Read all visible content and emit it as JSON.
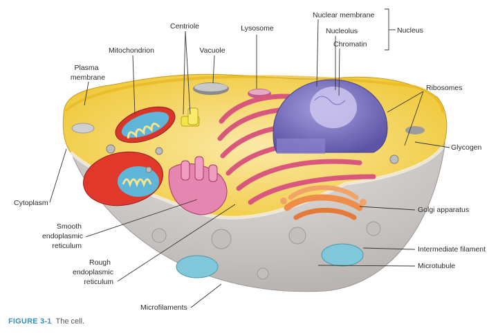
{
  "caption": {
    "figure": "FIGURE 3-1",
    "text": "The cell."
  },
  "labels": {
    "centriole": "Centriole",
    "lysosome": "Lysosome",
    "nuclear_membrane": "Nuclear membrane",
    "nucleolus": "Nucleolus",
    "nucleus": "Nucleus",
    "chromatin": "Chromatin",
    "mitochondrion": "Mitochondrion",
    "vacuole": "Vacuole",
    "plasma_membrane_1": "Plasma",
    "plasma_membrane_2": "membrane",
    "ribosomes": "Ribosomes",
    "glycogen": "Glycogen",
    "cytoplasm": "Cytoplasm",
    "smooth_er_1": "Smooth",
    "smooth_er_2": "endoplasmic",
    "smooth_er_3": "reticulum",
    "golgi": "Golgi apparatus",
    "rough_er_1": "Rough",
    "rough_er_2": "endoplasmic",
    "rough_er_3": "reticulum",
    "intermediate_filament": "Intermediate filament",
    "microtubule": "Microtubule",
    "microfilaments": "Microfilaments"
  },
  "colors": {
    "cytoplasm_yellow": "#f3d24a",
    "cell_body_gray": "#d9d6d4",
    "nucleus_purple": "#7e74c4",
    "er_pink": "#d9577c",
    "mitochondrion_red": "#d9362b",
    "golgi_orange": "#ef8d4a",
    "caption_blue": "#3a8fb5"
  }
}
